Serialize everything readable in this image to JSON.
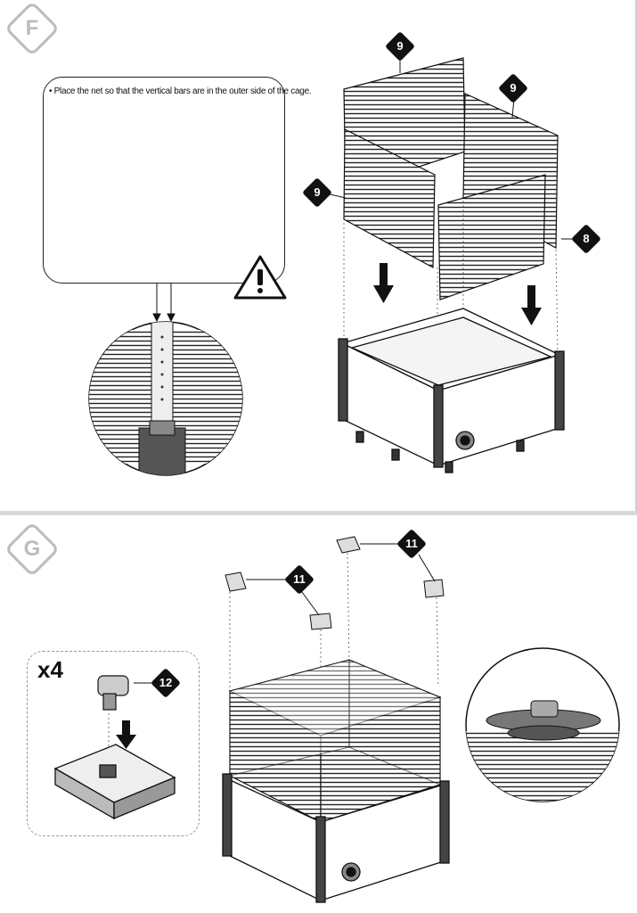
{
  "step_f": {
    "badge": "F",
    "note": "• Place the net so that the vertical bars are in the outer side of the cage.",
    "callouts": [
      "9",
      "9",
      "9",
      "8"
    ]
  },
  "step_g": {
    "badge": "G",
    "quantity": "x4",
    "callouts": [
      "11",
      "11",
      "12"
    ]
  },
  "colors": {
    "badge_gray": "#bcbcbc",
    "ink": "#111111",
    "divider": "#d9d9d9"
  },
  "icons": [
    "warning-icon",
    "arrow-down-icon"
  ]
}
